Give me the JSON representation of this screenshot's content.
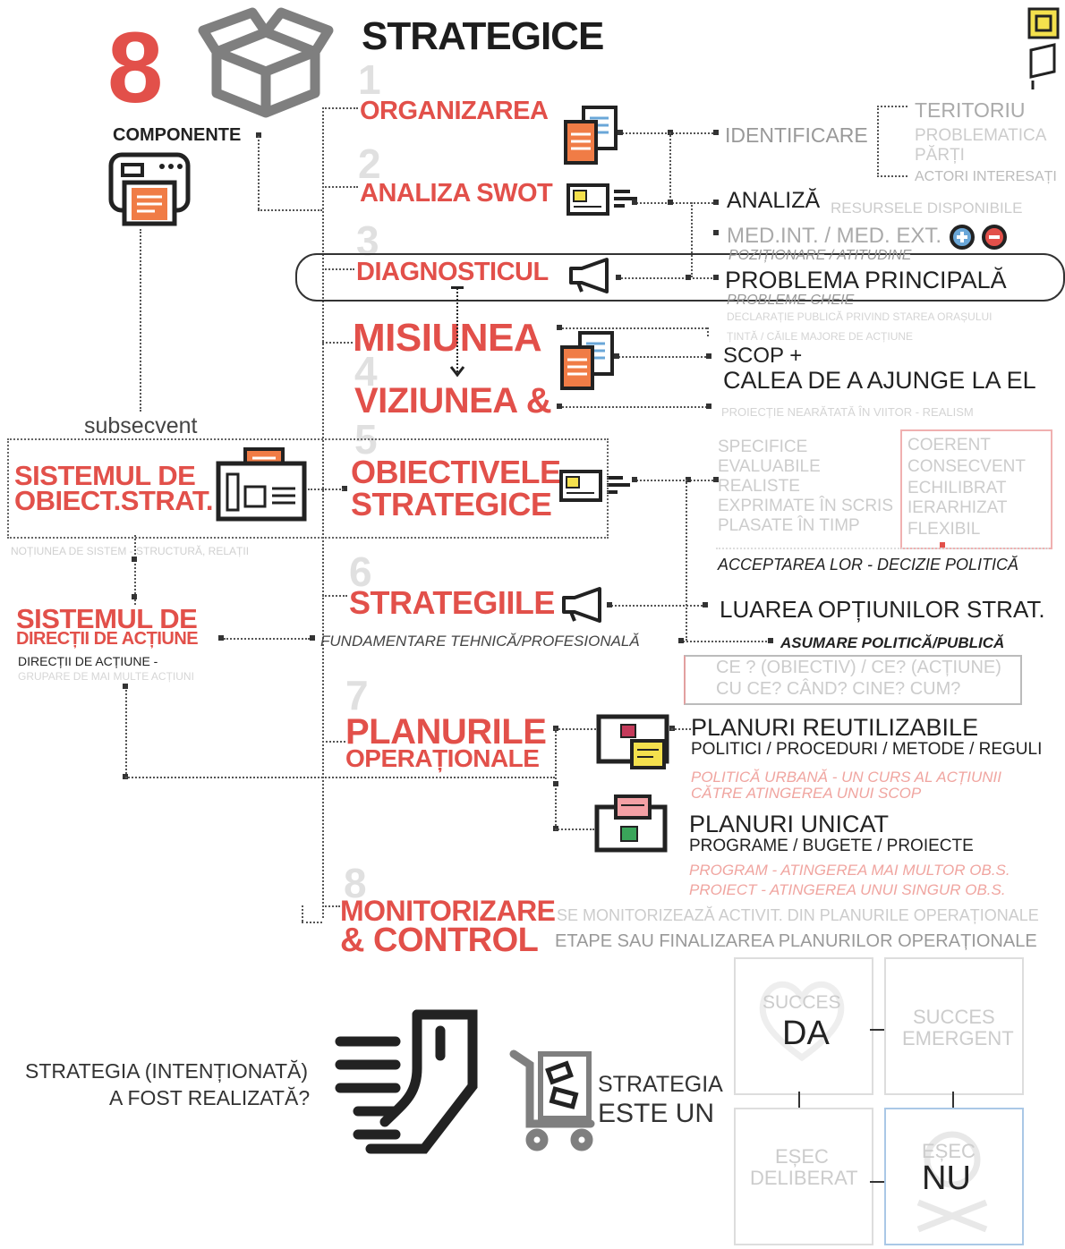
{
  "header": {
    "title": "STRATEGICE",
    "eight": "8",
    "components": "COMPONENTE"
  },
  "components": [
    {
      "num": "1",
      "label": "ORGANIZAREA"
    },
    {
      "num": "2",
      "label": "ANALIZA SWOT"
    },
    {
      "num": "3",
      "label": "DIAGNOSTICUL"
    },
    {
      "num": "",
      "label": "MISIUNEA"
    },
    {
      "num": "4",
      "label": "VIZIUNEA &"
    },
    {
      "num": "5",
      "label": "OBIECTIVELE",
      "label2": "STRATEGICE"
    },
    {
      "num": "6",
      "label": "STRATEGIILE"
    },
    {
      "num": "7",
      "label": "PLANURILE",
      "label2": "OPERAȚIONALE"
    },
    {
      "num": "8",
      "label": "MONITORIZARE",
      "label2": "& CONTROL"
    }
  ],
  "left": {
    "subsecvent": "subsecvent",
    "sistem_obiect_1": "SISTEMUL DE",
    "sistem_obiect_2": "OBIECT.STRAT.",
    "notiunea": "NOȚIUNEA DE SISTEM - STRUCTURĂ, RELAȚII",
    "sistem_dir_1": "SISTEMUL DE",
    "sistem_dir_2": "DIRECȚII DE ACȚIUNE",
    "directii_sub": "DIRECȚII DE ACȚIUNE -",
    "directii_faint": "GRUPARE DE MAI MULTE ACȚIUNI"
  },
  "right": {
    "identificare": "IDENTIFICARE",
    "teritoriu": "TERITORIU",
    "problematica": "PROBLEMATICA",
    "parti": "PĂRȚI",
    "actori": "ACTORI INTERESAȚI",
    "analiza": "ANALIZĂ",
    "resurse": "RESURSELE DISPONIBILE",
    "medint": "MED.INT. / MED. EXT.",
    "pozitionare": "POZIȚIONARE / ATITUDINE",
    "problema": "PROBLEMA PRINCIPALĂ",
    "probleme_cheie": "PROBLEME CHEIE",
    "declaratie": "DECLARAȚIE PUBLICĂ PRIVIND STAREA ORAȘULUI",
    "tinta": "ȚINTĂ / CĂILE MAJORE DE ACȚIUNE",
    "scop": "SCOP +",
    "calea": "CALEA DE A AJUNGE LA EL",
    "proiectie": "PROIECȚIE NEARĂTATĂ ÎN VIITOR - REALISM",
    "specifice": [
      "SPECIFICE",
      "EVALUABILE",
      "REALISTE",
      "EXPRIMATE ÎN SCRIS",
      "PLASATE ÎN TIMP"
    ],
    "coerent": [
      "COERENT",
      "CONSECVENT",
      "ECHILIBRAT",
      "IERARHIZAT",
      "FLEXIBIL"
    ],
    "acceptarea": "ACCEPTAREA LOR - DECIZIE POLITICĂ",
    "luarea": "LUAREA OPȚIUNILOR STRAT.",
    "fundamentare": "FUNDAMENTARE TEHNICĂ/PROFESIONALĂ",
    "asumare": "ASUMARE POLITICĂ/PUBLICĂ",
    "ce1": "CE ? (OBIECTIV) / CE? (ACȚIUNE)",
    "ce2": "CU CE? CÂND? CINE? CUM?",
    "planuri_reut": "PLANURI REUTILIZABILE",
    "politici": "POLITICI / PROCEDURI / METODE / REGULI",
    "politica_urbana_1": "POLITICĂ URBANĂ - UN CURS AL ACȚIUNII",
    "politica_urbana_2": "CĂTRE ATINGEREA UNUI SCOP",
    "planuri_unicat": "PLANURI UNICAT",
    "programe": "PROGRAME / BUGETE / PROIECTE",
    "program": "PROGRAM    - ATINGEREA MAI MULTOR OB.S.",
    "proiect": "PROIECT      - ATINGEREA UNUI SINGUR OB.S.",
    "monitorizeaza": "SE MONITORIZEAZĂ ACTIVIT. DIN PLANURILE OPERAȚIONALE",
    "etape": "ETAPE SAU FINALIZAREA  PLANURILOR OPERAȚIONALE"
  },
  "bottom": {
    "question_1": "STRATEGIA (INTENȚIONATĂ)",
    "question_2": "A FOST REALIZATĂ?",
    "strategia": "STRATEGIA",
    "este_un": "ESTE UN",
    "succes": "SUCCES",
    "da": "DA",
    "succes_emergent_1": "SUCCES",
    "succes_emergent_2": "EMERGENT",
    "esec_deliberat_1": "EȘEC",
    "esec_deliberat_2": "DELIBERAT",
    "esec": "EȘEC",
    "nu": "NU"
  },
  "colors": {
    "accent": "#e2504a",
    "text": "#222222",
    "faint": "#c9c9c9",
    "icon_orange": "#f07c46",
    "yellow": "#f4e04d"
  },
  "icons": [
    "box-icon",
    "document-icon",
    "printer-icon",
    "id-card-icon",
    "megaphone-icon",
    "newspaper-icon",
    "monitor-icon",
    "mouse-icon",
    "cart-icon",
    "plus-icon",
    "minus-icon",
    "skull-icon",
    "heart-icon"
  ]
}
